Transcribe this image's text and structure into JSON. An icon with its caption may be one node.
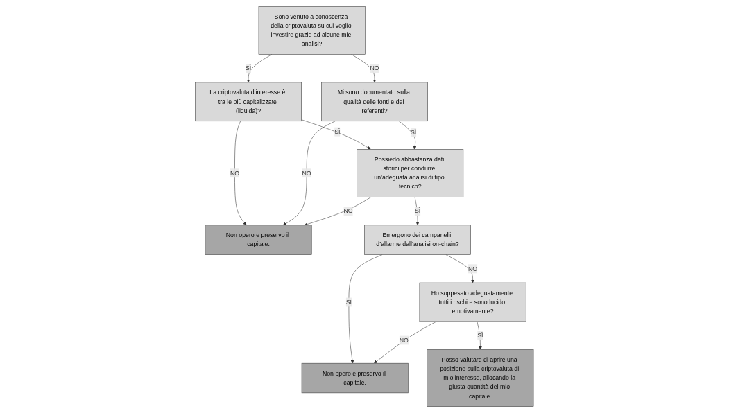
{
  "diagram": {
    "nodes": [
      {
        "text": [
          "Sono venuto a conoscenza della criptovaluta su cui voglio investire grazie ad alcune mie analisi?"
        ]
      },
      {
        "text": [
          "La criptovaluta d’interesse è tra le più capitalizzate (liquida)?"
        ]
      },
      {
        "text": [
          "Non opero e preservo il capitale."
        ]
      },
      {
        "text": [
          "Mi sono documentato sulla qualità delle fonti e dei referenti?"
        ]
      },
      {
        "text": [
          "Possiedo abbastanza dati storici per condurre un’adeguata analisi di tipo tecnico?"
        ]
      },
      {
        "text": [
          "Emergono dei campanelli d’allarme dall’analisi on-chain?"
        ]
      },
      {
        "text": [
          "Ho soppesato adeguatamente tutti i rischi e sono lucido emotivamente?"
        ]
      },
      {
        "text": [
          "Non opero e preservo il capitale."
        ]
      },
      {
        "text": [
          "Posso valutare di aprire una posizione sulla criptovaluta di mio interesse, allocando la giusta quantità del mio capitale."
        ]
      }
    ],
    "edges": [
      {
        "from": 0,
        "to": 1,
        "arrow": "to",
        "label": "SÌ"
      },
      {
        "from": 0,
        "to": 3,
        "arrow": "to",
        "label": "NO"
      },
      {
        "from": 1,
        "to": 2,
        "arrow": "to",
        "label": "NO"
      },
      {
        "from": 3,
        "to": 2,
        "arrow": "to",
        "label": "NO"
      },
      {
        "from": 1,
        "to": 4,
        "arrow": "to",
        "label": "SÌ"
      },
      {
        "from": 3,
        "to": 4,
        "arrow": "to",
        "label": "SÌ"
      },
      {
        "from": 4,
        "to": 2,
        "arrow": "to",
        "label": "NO"
      },
      {
        "from": 4,
        "to": 5,
        "arrow": "to",
        "label": "SÌ"
      },
      {
        "from": 5,
        "to": 6,
        "arrow": "to",
        "label": "NO"
      },
      {
        "from": 5,
        "to": 7,
        "arrow": "to",
        "label": "SÌ"
      },
      {
        "from": 6,
        "to": 7,
        "arrow": "to",
        "label": "NO"
      },
      {
        "from": 6,
        "to": 8,
        "arrow": "to",
        "label": "SÌ"
      }
    ]
  }
}
